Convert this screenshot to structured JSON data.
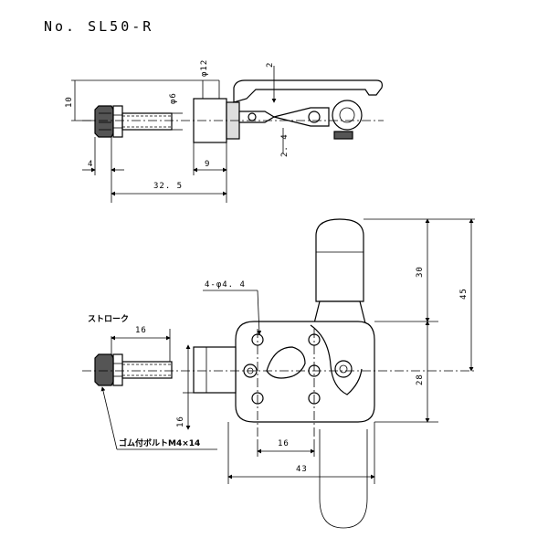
{
  "title": "No. SL50-R",
  "top_view": {
    "dim_10": "10",
    "dim_phi12": "φ12",
    "dim_phi6": "φ6",
    "dim_2": "2",
    "dim_2_4": "2. 4",
    "dim_4": "4",
    "dim_9": "9",
    "dim_32_5": "32. 5"
  },
  "front_view": {
    "label_holes": "4-φ4. 4",
    "label_stroke": "ストローク",
    "dim_16_top": "16",
    "dim_30": "30",
    "dim_45": "45",
    "dim_28": "28",
    "dim_16_left": "16",
    "dim_16_bottom": "16",
    "dim_43": "43",
    "label_bolt": "ゴム付ボルトM4×14"
  }
}
